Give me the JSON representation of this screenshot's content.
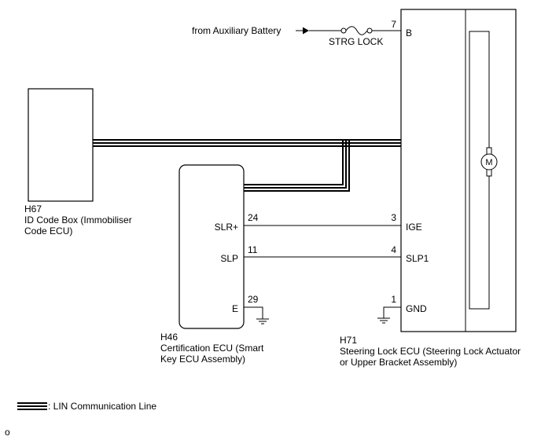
{
  "source": {
    "label": "from Auxiliary Battery",
    "fuse_label": "STRG LOCK"
  },
  "id_code_box": {
    "code": "H67",
    "name_line1": "ID Code Box (Immobiliser",
    "name_line2": "Code ECU)"
  },
  "certification_ecu": {
    "code": "H46",
    "name_line1": "Certification ECU (Smart",
    "name_line2": "Key ECU Assembly)",
    "pins": [
      {
        "label": "SLR+",
        "number": "24"
      },
      {
        "label": "SLP",
        "number": "11"
      },
      {
        "label": "E",
        "number": "29"
      }
    ]
  },
  "steering_lock_ecu": {
    "code": "H71",
    "name_line1": "Steering Lock ECU (Steering Lock Actuator",
    "name_line2": "or Upper Bracket Assembly)",
    "pins": [
      {
        "label": "B",
        "number": "7"
      },
      {
        "label": "IGE",
        "number": "3"
      },
      {
        "label": "SLP1",
        "number": "4"
      },
      {
        "label": "GND",
        "number": "1"
      }
    ],
    "motor_symbol": "M"
  },
  "legend": {
    "lin_label": ": LIN Communication Line"
  },
  "footer": {
    "mark": "o"
  },
  "icons": {
    "motor": "motor-icon",
    "ground": "ground-icon",
    "fuse": "fuse-icon",
    "arrow": "arrow-right-icon"
  }
}
